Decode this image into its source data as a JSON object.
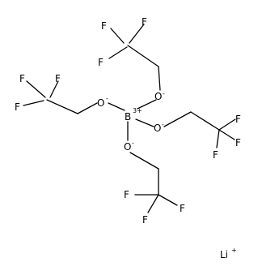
{
  "molecule": {
    "atoms": [
      {
        "id": "b",
        "symbol": "B",
        "charge": "3+"
      },
      {
        "id": "o1",
        "symbol": "O",
        "charge": "-"
      },
      {
        "id": "o2",
        "symbol": "O",
        "charge": "-"
      },
      {
        "id": "o3",
        "symbol": "O",
        "charge": "-"
      },
      {
        "id": "o4",
        "symbol": "O",
        "charge": "-"
      },
      {
        "id": "f1a",
        "symbol": "F"
      },
      {
        "id": "f1b",
        "symbol": "F"
      },
      {
        "id": "f1c",
        "symbol": "F"
      },
      {
        "id": "f2a",
        "symbol": "F"
      },
      {
        "id": "f2b",
        "symbol": "F"
      },
      {
        "id": "f2c",
        "symbol": "F"
      },
      {
        "id": "f3a",
        "symbol": "F"
      },
      {
        "id": "f3b",
        "symbol": "F"
      },
      {
        "id": "f3c",
        "symbol": "F"
      },
      {
        "id": "f4a",
        "symbol": "F"
      },
      {
        "id": "f4b",
        "symbol": "F"
      },
      {
        "id": "f4c",
        "symbol": "F"
      },
      {
        "id": "li",
        "symbol": "Li",
        "charge": "+"
      }
    ]
  }
}
